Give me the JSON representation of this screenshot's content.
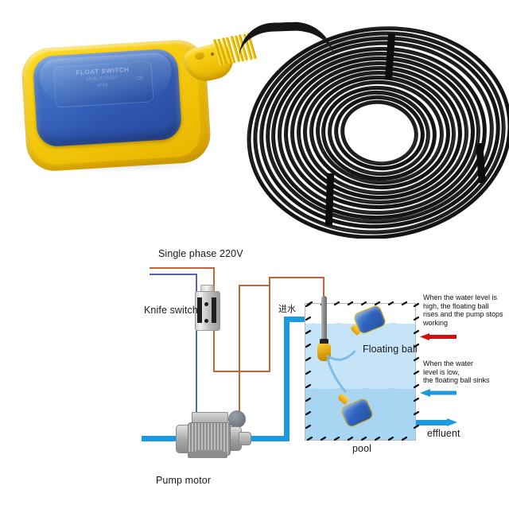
{
  "product_photo": {
    "title": "float-switch-with-coiled-cable",
    "float_switch": {
      "brand_text": "FLOAT SWITCH",
      "spec_line_1": "16(8) A 250V~",
      "spec_line_2": "IP68",
      "cert_mark": "CE",
      "body_color": "#2f57b0",
      "housing_color": "#f7cf1c"
    },
    "cable": {
      "label": "coiled-black-cable",
      "color": "#131313",
      "tie_count": 3
    }
  },
  "diagram": {
    "title": "float-switch-pump-control-wiring-diagram",
    "labels": {
      "power": "Single phase 220V",
      "knife_switch": "Knife switch",
      "pump_motor": "Pump motor",
      "inlet_cn": "进水",
      "floating_ball": "Floating ball",
      "pool": "pool",
      "effluent": "effluent"
    },
    "annotations": [
      {
        "id": "high-level-note",
        "text": "When the water level is\nhigh, the floating ball\nrises and the pump stops\nworking",
        "arrow_color": "#d40f0f",
        "arrow_direction": "left"
      },
      {
        "id": "low-level-note",
        "text": "When the water\nlevel is low,\nthe floating ball sinks",
        "arrow_color": "#1b9ae0",
        "arrow_direction": "left"
      }
    ],
    "colors": {
      "live_wire": "#c0653a",
      "neutral_wire": "#5664ad",
      "water_pipe": "#1b9ae0",
      "water_upper": "#c6e4f7",
      "water_lower": "#a8d6f2",
      "ball_body": "#2f63bc",
      "ball_collar": "#d4b217"
    }
  }
}
